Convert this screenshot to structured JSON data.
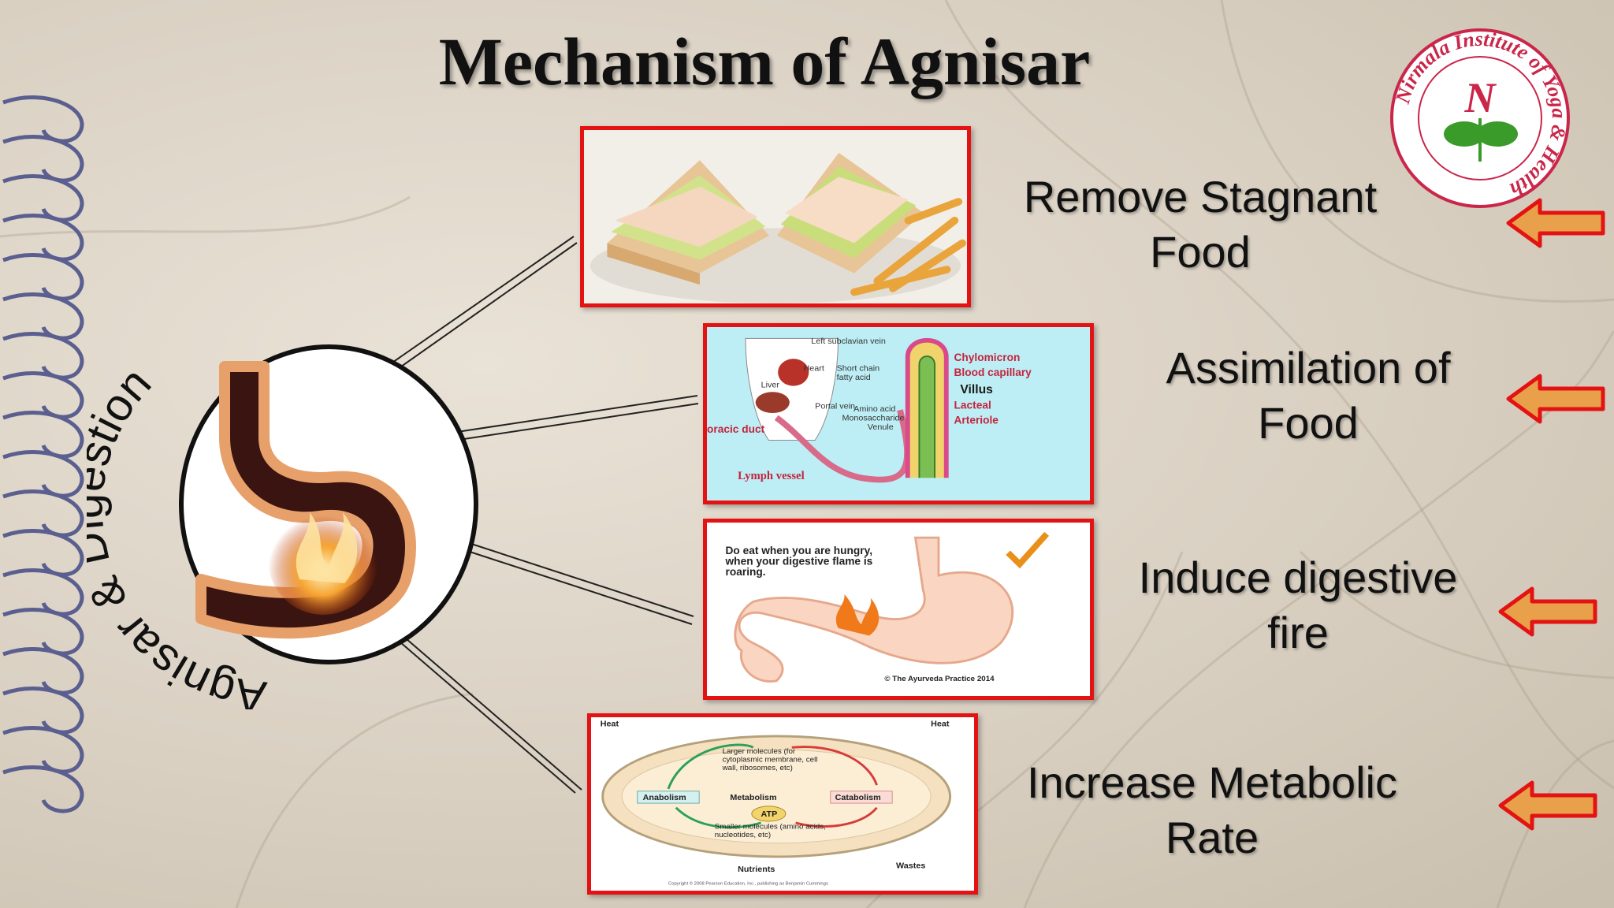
{
  "slide": {
    "title": "Mechanism of Agnisar",
    "circle_label": "Agnisar & Digestion",
    "logo_text": "Nirmala Institute of Yoga & Health",
    "logo_letter": "N"
  },
  "effects": [
    {
      "label": "Remove Stagnant Food",
      "image": "sandwich-and-fries-photo"
    },
    {
      "label": "Assimilation of Food",
      "image": "villus-absorption-diagram"
    },
    {
      "label": "Induce digestive fire",
      "image": "stomach-fire-illustration"
    },
    {
      "label": "Increase Metabolic Rate",
      "image": "metabolism-cycle-diagram"
    }
  ],
  "fig_assimilation": {
    "chylomicron": "Chylomicron",
    "blood_capillary": "Blood capillary",
    "villus": "Villus",
    "lacteal": "Lacteal",
    "arteriole": "Arteriole",
    "duct": "oracic duct",
    "lymph_vessel": "Lymph vessel",
    "left_vein": "Left subclavian vein",
    "heart": "Heart",
    "liver": "Liver",
    "short_chain": "Short chain",
    "fatty_acid": "fatty acid",
    "portal_vein": "Portal vein",
    "amino_acid": "Amino acid",
    "monosaccharide": "Monosaccharide",
    "venule": "Venule"
  },
  "fig_fire": {
    "caption": "Do eat when you are hungry, when your digestive flame is roaring.",
    "credit": "© The Ayurveda Practice 2014"
  },
  "fig_metabolism": {
    "heat_left": "Heat",
    "heat_right": "Heat",
    "larger": "Larger molecules (for cytoplasmic membrane, cell wall, ribosomes, etc)",
    "anabolism": "Anabolism",
    "metabolism": "Metabolism",
    "catabolism": "Catabolism",
    "atp": "ATP",
    "smaller": "Smaller molecules (amino acids, nucleotides, etc)",
    "nutrients": "Nutrients",
    "wastes": "Wastes",
    "copyright": "Copyright © 2008 Pearson Education, Inc., publishing as Benjamin Cummings"
  },
  "colors": {
    "frame": "#e41313",
    "arrow_fill": "#e8a04a",
    "arrow_stroke": "#e41313",
    "title": "#111111"
  },
  "icons": {
    "arrow": "left-arrow-icon"
  }
}
